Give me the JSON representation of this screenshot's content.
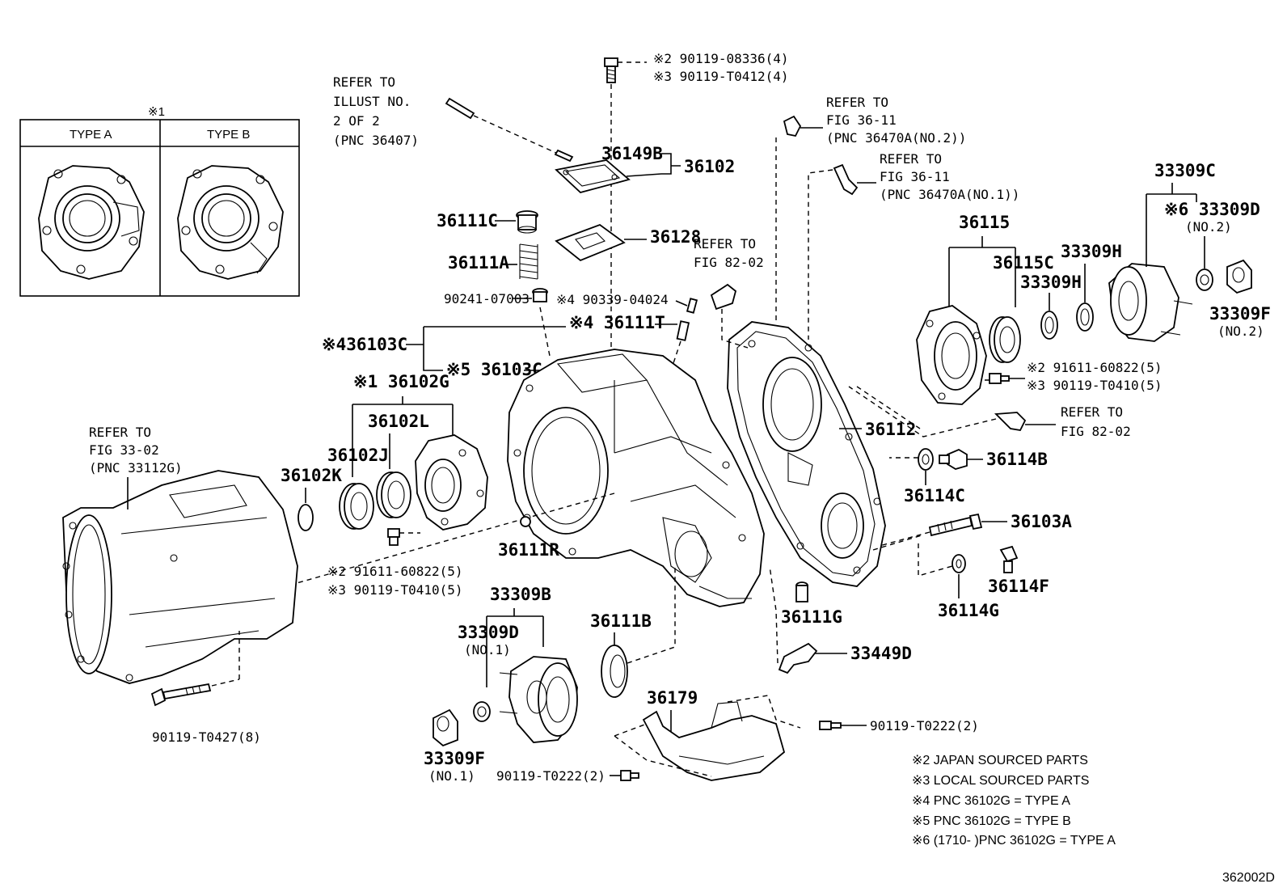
{
  "box": {
    "mark": "※1",
    "type_a": "TYPE A",
    "type_b": "TYPE B"
  },
  "parts": {
    "p36149B": "36149B",
    "p36102": "36102",
    "p36128": "36128",
    "p36111C": "36111C",
    "p36111A": "36111A",
    "p90241": "90241-07003",
    "p90339": "※4 90339-04024",
    "p36111T": "※4 36111T",
    "p36103C_a": "※436103C",
    "p36103C_b": "※5 36103C",
    "p36102G": "※1 36102G",
    "p36102L": "36102L",
    "p36102J": "36102J",
    "p36102K": "36102K",
    "p36111R": "36111R",
    "p33309B": "33309B",
    "p33309D1": "33309D",
    "p33309D1_sub": "(NO.1)",
    "p36111B": "36111B",
    "p33309F1": "33309F",
    "p33309F1_sub": "(NO.1)",
    "p36179": "36179",
    "p90119_T0222_a": "90119-T0222(2)",
    "p90119_T0222_b": "90119-T0222(2)",
    "p90119_T0427": "90119-T0427(8)",
    "p36111G": "36111G",
    "p33449D": "33449D",
    "p36112": "36112",
    "p36114B": "36114B",
    "p36114C": "36114C",
    "p36103A": "36103A",
    "p36114F": "36114F",
    "p36114G": "36114G",
    "p36115": "36115",
    "p36115C": "36115C",
    "p33309H_a": "33309H",
    "p33309H_b": "33309H",
    "p33309C": "33309C",
    "p33309D2": "※6 33309D",
    "p33309D2_sub": "(NO.2)",
    "p33309F2": "33309F",
    "p33309F2_sub": "(NO.2)",
    "bolt_top_1": "※2 90119-08336(4)",
    "bolt_top_2": "※3 90119-T0412(4)",
    "bolt_left_1": "※2 91611-60822(5)",
    "bolt_left_2": "※3 90119-T0410(5)",
    "bolt_right_1": "※2 91611-60822(5)",
    "bolt_right_2": "※3 90119-T0410(5)"
  },
  "refs": {
    "illust": [
      "REFER TO",
      "ILLUST NO.",
      "2 OF 2",
      "(PNC 36407)"
    ],
    "fig3302": [
      "REFER TO",
      "FIG 33-02",
      "(PNC 33112G)"
    ],
    "fig8202_top": [
      "REFER TO",
      "FIG 82-02"
    ],
    "fig8202_right": [
      "REFER TO",
      "FIG 82-02"
    ],
    "fig3611_no2": [
      "REFER TO",
      "FIG 36-11",
      "(PNC 36470A(NO.2))"
    ],
    "fig3611_no1": [
      "REFER TO",
      "FIG 36-11",
      "(PNC 36470A(NO.1))"
    ]
  },
  "notes": [
    "※2 JAPAN SOURCED PARTS",
    "※3 LOCAL SOURCED PARTS",
    "※4 PNC 36102G = TYPE A",
    "※5 PNC 36102G = TYPE B",
    "※6 (1710-        )PNC 36102G = TYPE A"
  ],
  "figure_id": "362002D"
}
